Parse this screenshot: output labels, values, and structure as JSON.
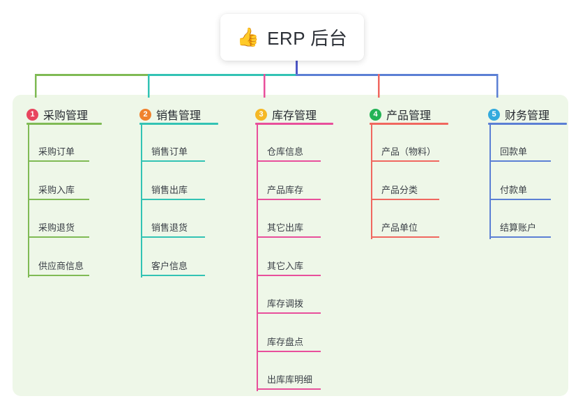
{
  "root": {
    "icon": "thumbs-up-icon",
    "emoji": "👍",
    "title": "ERP 后台"
  },
  "palette": {
    "panel_bg": "#eef7e8",
    "page_bg": "#ffffff",
    "root_stem": "#4e57c8",
    "title_text": "#2b2f36"
  },
  "columns": [
    {
      "index": "1",
      "title": "采购管理",
      "color": "#7fba54",
      "badge_color": "#e8455e",
      "items": [
        "采购订单",
        "采购入库",
        "采购退货",
        "供应商信息"
      ]
    },
    {
      "index": "2",
      "title": "销售管理",
      "color": "#32c3b4",
      "badge_color": "#f0822e",
      "items": [
        "销售订单",
        "销售出库",
        "销售退货",
        "客户信息"
      ]
    },
    {
      "index": "3",
      "title": "库存管理",
      "color": "#e84f9b",
      "badge_color": "#f5b825",
      "items": [
        "仓库信息",
        "产品库存",
        "其它出库",
        "其它入库",
        "库存调拨",
        "库存盘点",
        "出库库明细"
      ]
    },
    {
      "index": "4",
      "title": "产品管理",
      "color": "#f0675f",
      "badge_color": "#22b355",
      "items": [
        "产品（物料）",
        "产品分类",
        "产品单位"
      ]
    },
    {
      "index": "5",
      "title": "财务管理",
      "color": "#5b7fd4",
      "badge_color": "#33aadd",
      "items": [
        "回款单",
        "付款单",
        "结算账户"
      ]
    }
  ]
}
